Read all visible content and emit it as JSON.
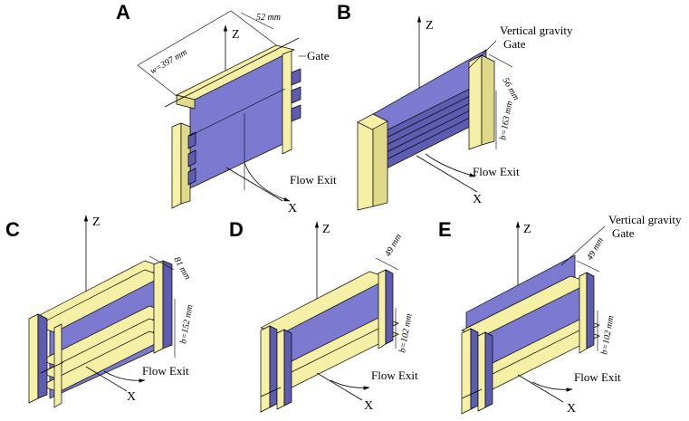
{
  "panels": {
    "A": {
      "letter": "A",
      "width_dim": "w=397 mm",
      "depth_dim": "52 mm",
      "gate_label": "Gate",
      "axis_z": "Z",
      "axis_x": "X",
      "flow_label": "Flow Exit"
    },
    "B": {
      "letter": "B",
      "gate_label_line1": "Vertical gravity",
      "gate_label_line2": "Gate",
      "depth_dim": "56 mm",
      "height_dim": "b=163 mm",
      "axis_z": "Z",
      "axis_x": "X",
      "flow_label": "Flow Exit"
    },
    "C": {
      "letter": "C",
      "depth_dim": "81 mm",
      "height_dim": "b=152 mm",
      "axis_z": "Z",
      "axis_x": "X",
      "flow_label": "Flow Exit"
    },
    "D": {
      "letter": "D",
      "depth_dim": "49 mm",
      "height_dim": "b=102 mm",
      "axis_z": "Z",
      "axis_x": "X",
      "flow_label": "Flow Exit"
    },
    "E": {
      "letter": "E",
      "gate_label_line1": "Vertical gravity",
      "gate_label_line2": "Gate",
      "depth_dim": "49 mm",
      "height_dim": "b=102 mm",
      "axis_z": "Z",
      "axis_x": "X",
      "flow_label": "Flow Exit"
    }
  },
  "colors": {
    "frame": "#f5f0a6",
    "frame_shade": "#e1d98a",
    "gate": "#7b7ad0",
    "gate_shade": "#5d5cb1"
  }
}
